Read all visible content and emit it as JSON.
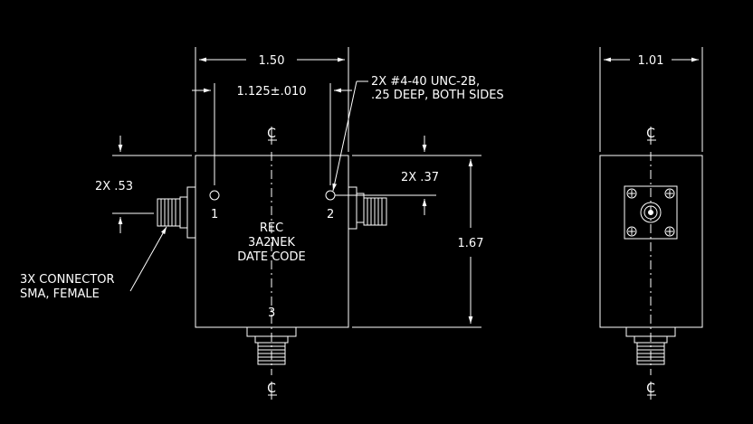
{
  "colors": {
    "background": "#000000",
    "line": "#ffffff",
    "annotation": "#ffffff",
    "connector": "#d9d9d9"
  },
  "drawing": {
    "front_view": {
      "dim_width": "1.50",
      "dim_hole_spacing": "1.125±.010",
      "dim_left_port": "2X .53",
      "dim_right_port": "2X .37",
      "dim_height": "1.67",
      "hole_note_line1": "2X #4-40 UNC-2B,",
      "hole_note_line2": ".25 DEEP, BOTH SIDES",
      "connector_note_line1": "3X CONNECTOR",
      "connector_note_line2": "SMA, FEMALE",
      "label_line1": "REC",
      "label_line2": "3A2NEK",
      "label_line3": "DATE CODE",
      "port_1": "1",
      "port_2": "2",
      "port_3": "3"
    },
    "side_view": {
      "dim_width": "1.01"
    },
    "centerline_symbol": "CL"
  }
}
